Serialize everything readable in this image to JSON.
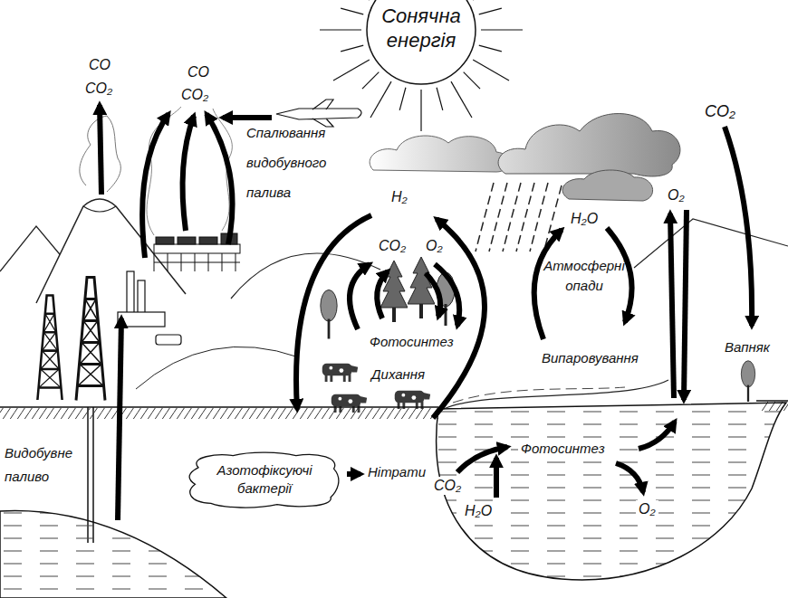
{
  "diagram": {
    "nodes": [
      {
        "text": [
          "Азотофіксуючі бактерії"
        ]
      }
    ],
    "labels": [
      "Сонячна енергія",
      "CO",
      "CO₂",
      "CO",
      "CO₂",
      "Спалювання видобувного палива",
      "H₂",
      "CO₂",
      "O₂",
      "H₂O",
      "O₂",
      "CO₂",
      "Атмосферні опади",
      "Фотосинтез",
      "Дихання",
      "Випаровування",
      "Вапняк",
      "Видобувне паливо",
      "Нітрати",
      "Фотосинтез",
      "CO₂",
      "H₂O",
      "O₂"
    ]
  }
}
